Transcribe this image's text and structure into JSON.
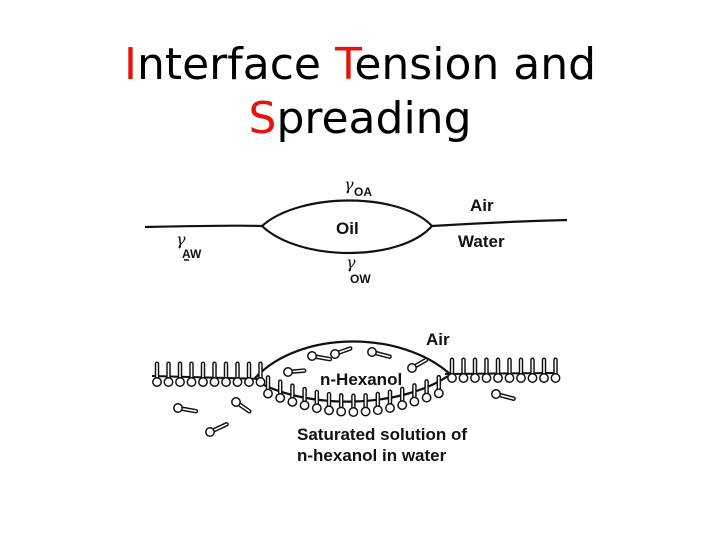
{
  "slide": {
    "title": {
      "line1": [
        {
          "text": "I",
          "accent": true
        },
        {
          "text": "nterface ",
          "accent": false
        },
        {
          "text": "T",
          "accent": true
        },
        {
          "text": "ension and",
          "accent": false
        }
      ],
      "line2": [
        {
          "text": "S",
          "accent": true
        },
        {
          "text": "preading",
          "accent": false
        }
      ]
    },
    "accent_color": "#e8120c"
  },
  "diagram_top": {
    "gamma_symbol": "γ",
    "gamma_oa_sub": "OA",
    "gamma_aw_sub": "AW",
    "gamma_ow_sub": "OW",
    "oil_label": "Oil",
    "air_label": "Air",
    "water_label": "Water"
  },
  "diagram_bottom": {
    "air_label": "Air",
    "lens_label": "n-Hexanol",
    "solution_line1": "Saturated solution of",
    "solution_line2": "n-hexanol in water"
  }
}
